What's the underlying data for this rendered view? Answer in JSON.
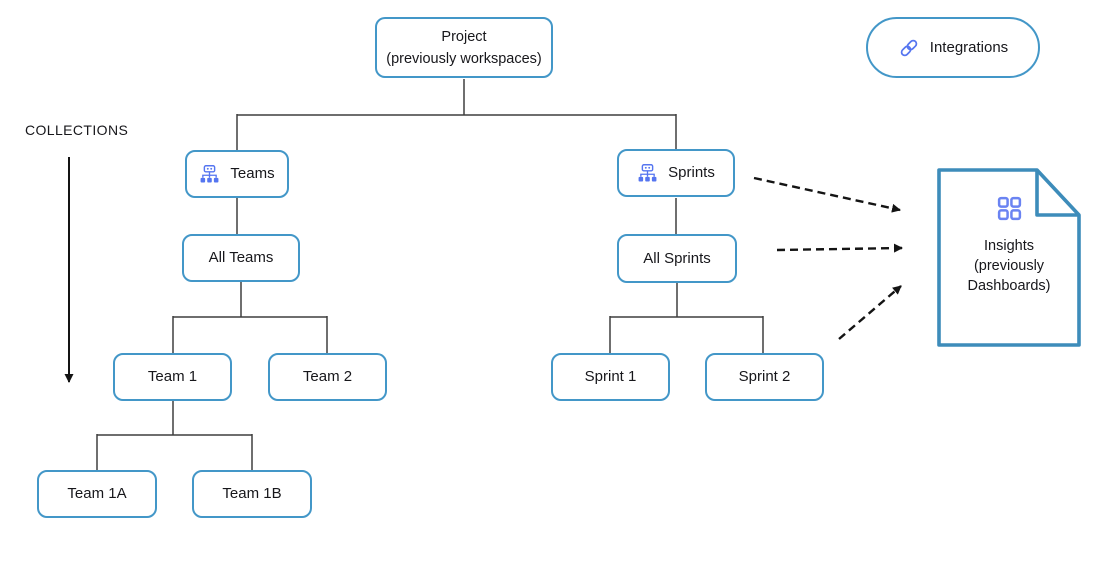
{
  "theme": {
    "node-border": "#4397c8",
    "doc-border": "#3d8cba",
    "icon-blue": "#5575f0",
    "grid-blue": "#6a83f2",
    "connector": "#3f3f3f",
    "arrow": "#141414",
    "text": "#17171b",
    "canvas-bg": "#ffffff"
  },
  "diagram": {
    "collections_label": "COLLECTIONS",
    "nodes": {
      "project": {
        "line1": "Project",
        "line2": "(previously workspaces)"
      },
      "teams": {
        "label": "Teams",
        "icon": "org-chart-icon"
      },
      "all_teams": {
        "label": "All Teams"
      },
      "team1": {
        "label": "Team 1"
      },
      "team2": {
        "label": "Team 2"
      },
      "team1a": {
        "label": "Team 1A"
      },
      "team1b": {
        "label": "Team 1B"
      },
      "sprints": {
        "label": "Sprints",
        "icon": "org-chart-icon"
      },
      "all_sprints": {
        "label": "All Sprints"
      },
      "sprint1": {
        "label": "Sprint 1"
      },
      "sprint2": {
        "label": "Sprint 2"
      },
      "integrations": {
        "label": "Integrations",
        "icon": "link-icon"
      },
      "insights": {
        "line1": "Insights",
        "line2": "(previously",
        "line3": "Dashboards)",
        "icon": "grid-icon"
      }
    }
  }
}
